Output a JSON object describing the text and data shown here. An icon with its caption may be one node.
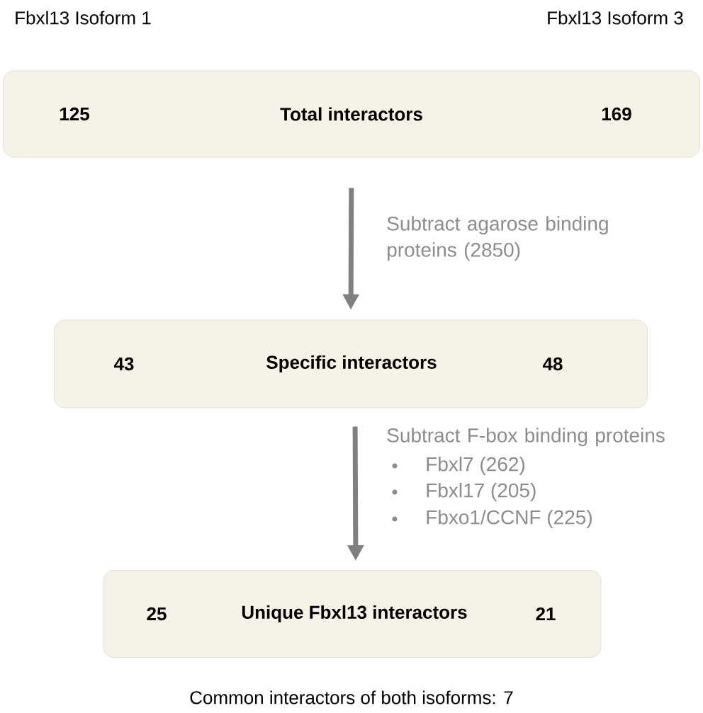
{
  "diagram": {
    "nodes": [
      {
        "text": [
          "125",
          "Total interactors",
          "169"
        ]
      },
      {
        "text": [
          "43",
          "Specific interactors",
          "48"
        ]
      },
      {
        "text": [
          "25",
          "Unique Fbxl13 interactors",
          "21"
        ]
      }
    ],
    "edges": [
      {
        "from": 0,
        "to": 1,
        "arrow": "to",
        "label": "Subtract agarose binding proteins (2850)"
      },
      {
        "from": 1,
        "to": 2,
        "arrow": "to",
        "label": "Subtract F-box binding proteins"
      }
    ],
    "labels": [
      "Fbxl13 Isoform 1",
      "Fbxl13 Isoform 3",
      "Fbxl7 (262)",
      "Fbxl17 (205)",
      "Fbxo1/CCNF (225)",
      "Common interactors of both isoforms: 7"
    ]
  }
}
